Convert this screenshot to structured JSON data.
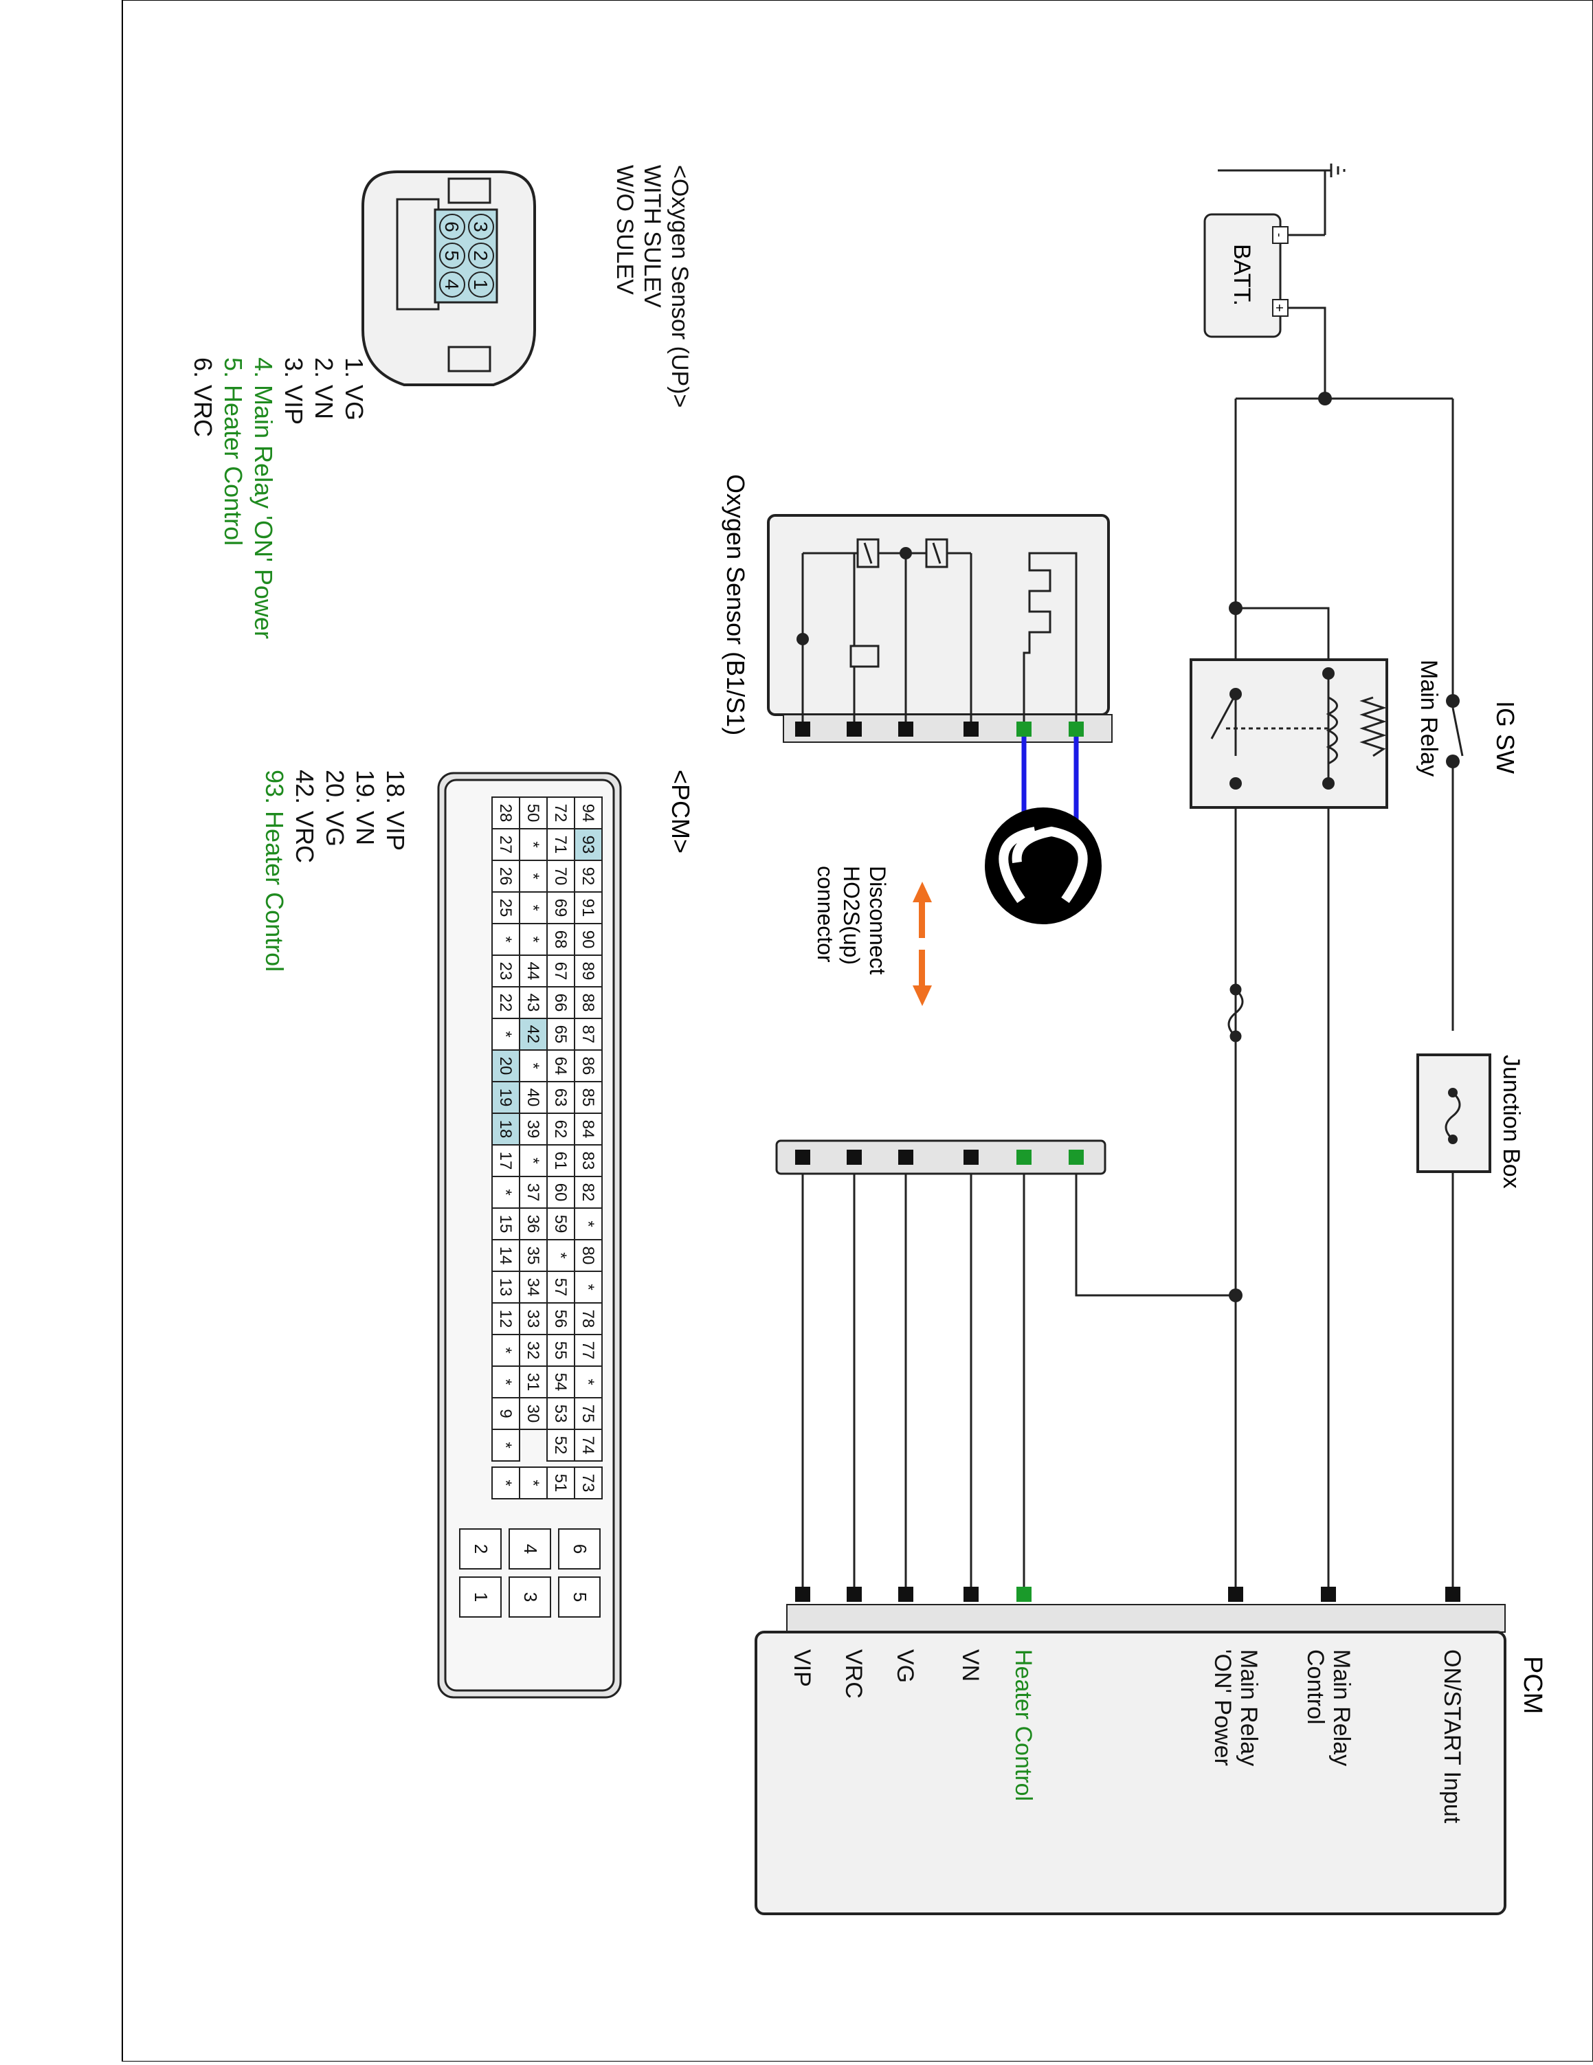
{
  "colors": {
    "wire": "#222222",
    "heater_text": "#1e8a1e",
    "heater_pin": "#1a9a2a",
    "sensor_wire": "#1a1ae6",
    "arrow": "#f07020",
    "cell_highlight": "#b7dce3",
    "panel_fill": "#f1f1f1",
    "connector_fill": "#e4e4e4"
  },
  "labels": {
    "ig_sw": "IG SW",
    "main_relay": "Main Relay",
    "junction_box": "Junction Box",
    "batt": "BATT.",
    "batt_minus": "-",
    "batt_plus": "+",
    "oxygen_sensor": "Oxygen Sensor (B1/S1)",
    "disconnect": [
      "Disconnect",
      "HO2S(up)",
      "connector"
    ],
    "pcm": "PCM"
  },
  "pcm_terminals": [
    "ON/START Input",
    "Main Relay\nControl",
    "Main Relay\n'ON' Power",
    "Heater Control",
    "VN",
    "VG",
    "VRC",
    "VIP"
  ],
  "o2_connector": {
    "title": [
      "<Oxygen Sensor (UP)>",
      "WITH SULEV",
      "W/O SULEV"
    ],
    "pins_top": [
      "3",
      "2",
      "1"
    ],
    "pins_bottom": [
      "6",
      "5",
      "4"
    ],
    "pin_list": [
      {
        "text": "1. VG",
        "highlight": false
      },
      {
        "text": "2. VN",
        "highlight": false
      },
      {
        "text": "3. VIP",
        "highlight": false
      },
      {
        "text": "4. Main Relay  'ON' Power",
        "highlight": true
      },
      {
        "text": "5. Heater Control",
        "highlight": true
      },
      {
        "text": "6. VRC",
        "highlight": false
      }
    ]
  },
  "pcm_connector": {
    "title": "<PCM>",
    "pin_list": [
      {
        "text": "18. VIP",
        "highlight": false
      },
      {
        "text": "19. VN",
        "highlight": false
      },
      {
        "text": "20. VG",
        "highlight": false
      },
      {
        "text": "42. VRC",
        "highlight": false
      },
      {
        "text": "93. Heater Control",
        "highlight": true
      }
    ],
    "rows": [
      [
        "94",
        "93",
        "92",
        "91",
        "90",
        "89",
        "88",
        "87",
        "86",
        "85",
        "84",
        "83",
        "82",
        "*",
        "80",
        "*",
        "78",
        "77",
        "*",
        "75",
        "74"
      ],
      [
        "72",
        "71",
        "70",
        "69",
        "68",
        "67",
        "66",
        "65",
        "64",
        "63",
        "62",
        "61",
        "60",
        "59",
        "*",
        "57",
        "56",
        "55",
        "54",
        "53",
        "52"
      ],
      [
        "50",
        "*",
        "*",
        "*",
        "*",
        "44",
        "43",
        "42",
        "*",
        "40",
        "39",
        "*",
        "37",
        "36",
        "35",
        "34",
        "33",
        "32",
        "31",
        "30"
      ],
      [
        "28",
        "27",
        "26",
        "25",
        "*",
        "23",
        "22",
        "*",
        "20",
        "19",
        "18",
        "17",
        "*",
        "15",
        "14",
        "13",
        "12",
        "*",
        "*",
        "9",
        "*"
      ]
    ],
    "highlight_cells": [
      "93",
      "42",
      "20",
      "19",
      "18"
    ],
    "side_block": [
      "73",
      "51",
      "*",
      "*"
    ],
    "small_block": [
      [
        "6",
        "5"
      ],
      [
        "4",
        "3"
      ],
      [
        "2",
        "1"
      ]
    ]
  }
}
